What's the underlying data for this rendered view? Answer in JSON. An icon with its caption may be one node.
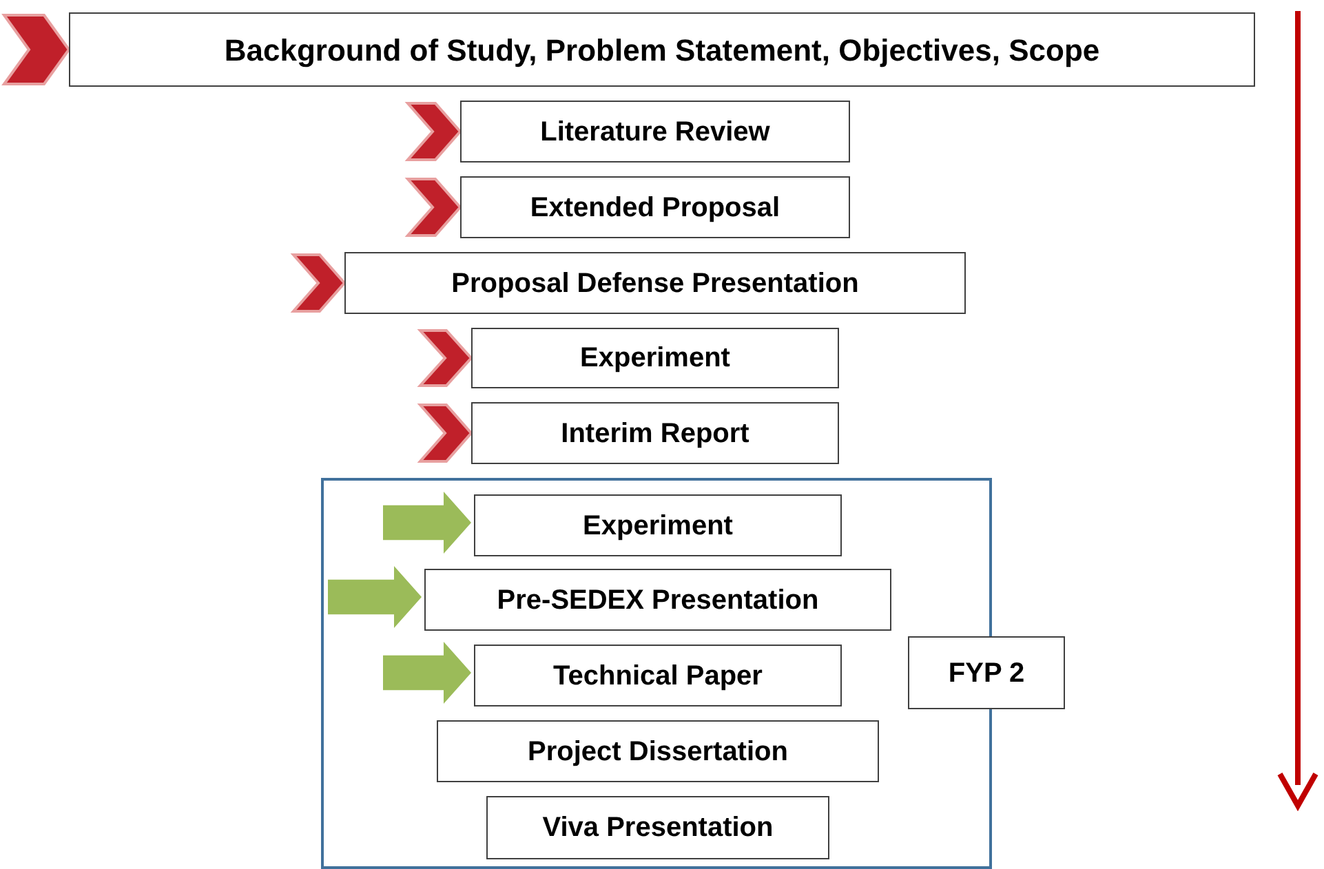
{
  "diagram": {
    "nodes": [
      {
        "text": [
          "Background of Study, Problem Statement, Objectives, Scope"
        ]
      },
      {
        "text": [
          "Literature Review"
        ]
      },
      {
        "text": [
          "Extended Proposal"
        ]
      },
      {
        "text": [
          "Proposal Defense Presentation"
        ]
      },
      {
        "text": [
          "Experiment"
        ]
      },
      {
        "text": [
          "Interim Report"
        ]
      },
      {
        "text": [],
        "shape": "box"
      },
      {
        "text": [
          "Experiment"
        ],
        "in": 6
      },
      {
        "text": [
          "Pre-SEDEX Presentation"
        ],
        "in": 6
      },
      {
        "text": [
          "Technical Paper"
        ],
        "in": 6
      },
      {
        "text": [
          "FYP 2"
        ]
      },
      {
        "text": [
          "Project Dissertation"
        ],
        "in": 6
      },
      {
        "text": [
          "Viva Presentation"
        ],
        "in": 6
      }
    ],
    "edges": [
      {
        "from": null,
        "to": 0,
        "arrow": "to"
      },
      {
        "from": null,
        "to": 1,
        "arrow": "to"
      },
      {
        "from": null,
        "to": 2,
        "arrow": "to"
      },
      {
        "from": null,
        "to": 3,
        "arrow": "to"
      },
      {
        "from": null,
        "to": 4,
        "arrow": "to"
      },
      {
        "from": null,
        "to": 5,
        "arrow": "to"
      },
      {
        "from": null,
        "to": 7,
        "arrow": "to",
        "color": "#9bbb59"
      },
      {
        "from": null,
        "to": 8,
        "arrow": "to",
        "color": "#9bbb59"
      },
      {
        "from": null,
        "to": 9,
        "arrow": "to",
        "color": "#9bbb59"
      }
    ]
  }
}
